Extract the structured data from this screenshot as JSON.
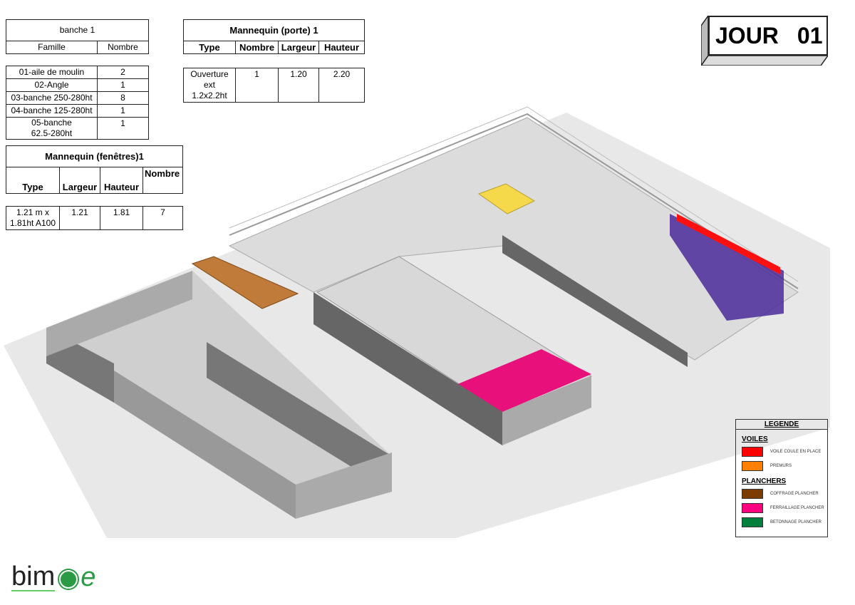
{
  "banche_table": {
    "title": "banche 1",
    "headers": [
      "Famille",
      "Nombre"
    ],
    "rows": [
      [
        "01-aile de moulin",
        "2"
      ],
      [
        "02-Angle",
        "1"
      ],
      [
        "03-banche 250-280ht",
        "8"
      ],
      [
        "04-banche 125-280ht",
        "1"
      ],
      [
        "05-banche 62.5-280ht",
        "1"
      ]
    ]
  },
  "porte_table": {
    "title": "Mannequin (porte) 1",
    "headers": [
      "Type",
      "Nombre",
      "Largeur",
      "Hauteur"
    ],
    "rows": [
      [
        "Ouverture ext 1.2x2.2ht",
        "1",
        "1.20",
        "2.20"
      ]
    ]
  },
  "fenetres_table": {
    "title": "Mannequin (fenêtres)1",
    "headers": [
      "Type",
      "Largeur",
      "Hauteur",
      "Nombre"
    ],
    "rows": [
      [
        "1.21 m x 1.81ht A100",
        "1.21",
        "1.81",
        "7"
      ]
    ]
  },
  "day": {
    "label": "JOUR",
    "number": "01"
  },
  "legend": {
    "title": "LEGENDE",
    "sections": [
      {
        "title": "VOILES",
        "items": [
          {
            "label": "VOILE COULE EN PLACE",
            "color": "#ff0000"
          },
          {
            "label": "PREMURS",
            "color": "#ff8000"
          }
        ]
      },
      {
        "title": "PLANCHERS",
        "items": [
          {
            "label": "COFFRAGE PLANCHER",
            "color": "#7a3c00"
          },
          {
            "label": "FERRAILLAGE PLANCHER",
            "color": "#ff0080"
          },
          {
            "label": "BETONNAGE PLANCHER",
            "color": "#00803c"
          }
        ]
      }
    ]
  },
  "logo": {
    "text": "bimoe"
  }
}
